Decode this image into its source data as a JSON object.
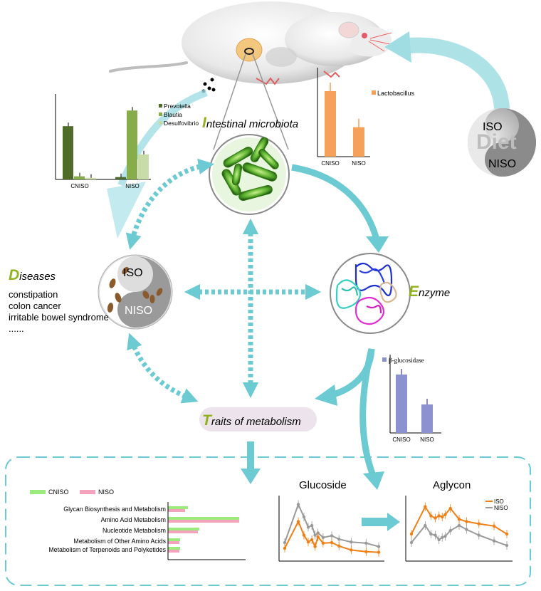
{
  "nodes": {
    "microbiota": {
      "initial": "I",
      "rest": "ntestinal microbiota"
    },
    "enzyme": {
      "initial": "E",
      "rest": "nzyme"
    },
    "diseases": {
      "initial": "D",
      "rest": "iseases",
      "items": [
        "constipation",
        "colon cancer",
        "irritable bowel syndrome",
        "......"
      ]
    },
    "traits": {
      "initial": "T",
      "rest": "raits of metabolism"
    }
  },
  "diet": {
    "word": "Diet",
    "iso": "ISO",
    "niso": "NISO"
  },
  "disease_yinyang": {
    "iso": "ISO",
    "niso": "NISO"
  },
  "colors": {
    "arrow": "#6ccad3",
    "accent": "#8fb21e",
    "orange": "#f07f16",
    "gray": "#9a9a9a",
    "enzyme_bar": "#8c91cf"
  },
  "chart_data": [
    {
      "type": "bar",
      "categories": [
        "CNISO",
        "NISO"
      ],
      "series": [
        {
          "name": "Prevotella",
          "values": [
            0.68,
            0.03
          ]
        },
        {
          "name": "Blautia",
          "values": [
            0.04,
            0.88
          ]
        },
        {
          "name": "Desulfovibrio",
          "values": [
            0.02,
            0.32
          ]
        }
      ],
      "colors": [
        "#4f6b2a",
        "#86ad4a",
        "#c8dca8"
      ]
    },
    {
      "type": "bar",
      "categories": [
        "CNISO",
        "NISO"
      ],
      "series": [
        {
          "name": "Lactobacillus",
          "values": [
            0.8,
            0.36
          ]
        }
      ],
      "colors": [
        "#f5a15a"
      ]
    },
    {
      "type": "bar",
      "categories": [
        "CNISO",
        "NISO"
      ],
      "series": [
        {
          "name": "β-glucosidase",
          "values": [
            0.82,
            0.4
          ]
        }
      ],
      "colors": [
        "#8c91cf"
      ]
    },
    {
      "type": "bar",
      "orientation": "horizontal",
      "categories": [
        "Glycan Biosynthesis and Metabolism",
        "Amino Acid Metabolism",
        "Nucleotide Metabolism",
        "Metabolism of Other Amino Acids",
        "Metabolism of Terpenoids and Polyketides"
      ],
      "series": [
        {
          "name": "CNISO",
          "values": [
            0.28,
            1.0,
            0.44,
            0.17,
            0.17
          ]
        },
        {
          "name": "NISO",
          "values": [
            0.24,
            1.0,
            0.42,
            0.16,
            0.16
          ]
        }
      ],
      "legend": "top-left",
      "colors": [
        "#9bec7c",
        "#f4a3bd"
      ]
    },
    {
      "type": "line",
      "title": "Glucoside",
      "x": [
        0,
        1,
        2,
        3,
        4,
        5,
        6,
        8,
        12,
        16,
        24,
        36,
        48
      ],
      "series": [
        {
          "name": "ISO",
          "values": [
            0.15,
            0.62,
            0.38,
            0.26,
            0.3,
            0.18,
            0.35,
            0.24,
            0.25,
            0.19,
            0.12,
            0.09,
            0.08
          ]
        },
        {
          "name": "NISO",
          "values": [
            0.25,
            0.92,
            0.7,
            0.52,
            0.55,
            0.38,
            0.42,
            0.34,
            0.37,
            0.31,
            0.26,
            0.24,
            0.18
          ]
        }
      ],
      "colors": [
        "#f07f16",
        "#9a9a9a"
      ]
    },
    {
      "type": "line",
      "title": "Aglycon",
      "x": [
        0,
        1,
        2,
        3,
        4,
        5,
        6,
        8,
        12,
        16,
        24,
        36,
        48
      ],
      "series": [
        {
          "name": "ISO",
          "values": [
            0.4,
            0.88,
            0.72,
            0.68,
            0.72,
            0.7,
            0.74,
            0.85,
            0.66,
            0.62,
            0.58,
            0.54,
            0.4
          ]
        },
        {
          "name": "NISO",
          "values": [
            0.25,
            0.55,
            0.4,
            0.38,
            0.3,
            0.34,
            0.36,
            0.46,
            0.55,
            0.48,
            0.38,
            0.28,
            0.2
          ]
        }
      ],
      "legend": "top-right",
      "colors": [
        "#f07f16",
        "#9a9a9a"
      ]
    }
  ]
}
